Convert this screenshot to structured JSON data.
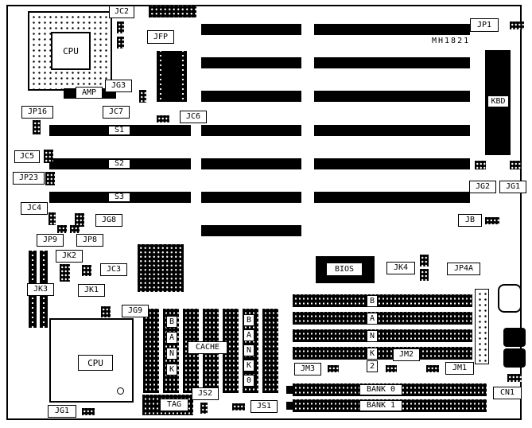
{
  "diagram": {
    "model": "MH1821",
    "colors": {
      "ink": "#000000",
      "paper": "#ffffff"
    }
  },
  "labels": {
    "jc2": "JC2",
    "jfp": "JFP",
    "jp1": "JP1",
    "cpu_top": "CPU",
    "amp": "AMP",
    "jg3": "JG3",
    "jc7": "JC7",
    "jc6": "JC6",
    "jp16": "JP16",
    "jc5": "JC5",
    "jp23": "JP23",
    "jc4": "JC4",
    "s1": "S1",
    "s2": "S2",
    "s3": "S3",
    "kbd": "KBD",
    "jg2": "JG2",
    "jg1_top": "JG1",
    "jb": "JB",
    "jg8": "JG8",
    "jp9": "JP9",
    "jp8": "JP8",
    "jk2": "JK2",
    "jk3": "JK3",
    "jk1": "JK1",
    "jc3": "JC3",
    "jg9": "JG9",
    "bios": "BIOS",
    "jk4": "JK4",
    "jp4a": "JP4A",
    "jm1": "JM1",
    "jm2": "JM2",
    "jm3": "JM3",
    "cpu_bottom": "CPU",
    "jg1_bottom": "JG1",
    "cache": "CACHE",
    "tag": "TAG",
    "js1": "JS1",
    "js2": "JS2",
    "bank0_slot": "BANK 0",
    "bank1_slot": "BANK 1",
    "cn1": "CN1"
  },
  "vertical_labels": {
    "cache_bank": [
      "B",
      "A",
      "N",
      "K"
    ],
    "cache_bank0": [
      "B",
      "A",
      "N",
      "K",
      "0"
    ],
    "mem_bank2": [
      "B",
      "A",
      "N",
      "K",
      "2"
    ]
  }
}
